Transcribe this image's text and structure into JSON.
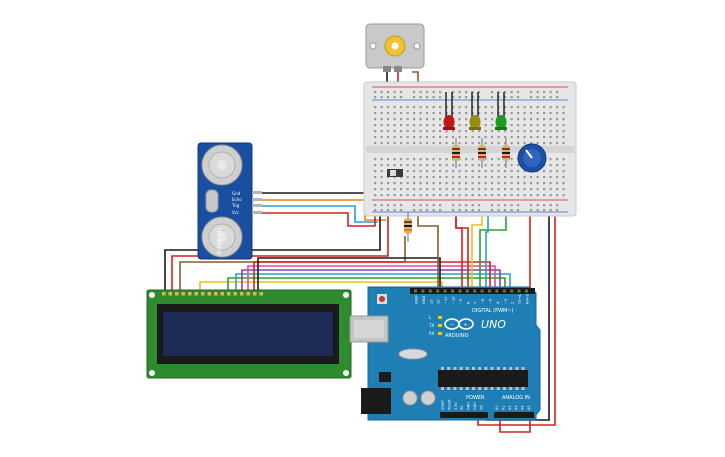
{
  "sensor": {
    "model": "HC-SR04",
    "pins": [
      "Gnd",
      "Echo",
      "Trig",
      "Vcc"
    ]
  },
  "arduino": {
    "brand": "ARDUINO",
    "model": "UNO",
    "digital_header": "DIGITAL (PWM~)",
    "power_label": "POWER",
    "analog_label": "ANALOG IN",
    "top_pins": [
      "AREF",
      "GND",
      "13",
      "12",
      "~11",
      "~10",
      "~9",
      "8",
      "7",
      "~6",
      "~5",
      "4",
      "~3",
      "2",
      "TX→1",
      "RX←0"
    ],
    "power_pins": [
      "IOREF",
      "RESET",
      "3.3V",
      "5V",
      "GND",
      "GND",
      "Vin"
    ],
    "analog_pins": [
      "A0",
      "A1",
      "A2",
      "A3",
      "A4",
      "A5"
    ],
    "indicators": [
      "L",
      "TX",
      "RX"
    ]
  },
  "colors": {
    "arduino_board": "#1f7fb5",
    "lcd_board": "#2e8b2e",
    "lcd_screen": "#1e2c55",
    "sensor_board": "#1a4fa0",
    "breadboard": "#e6e6e6",
    "wire_red": "#d62020",
    "wire_black": "#1a1a1a",
    "wire_orange": "#e8820c",
    "wire_yellow": "#e6c21a",
    "wire_green": "#2aa12a",
    "wire_blue": "#2aa0d0",
    "wire_purple": "#8a3fb0",
    "wire_pink": "#e04a9a",
    "wire_brown": "#8b5a2b"
  },
  "components": {
    "leds": [
      "red",
      "olive",
      "green"
    ],
    "potentiometer": "potentiometer",
    "motor": "dc-motor",
    "slide_switch": "slide-switch"
  }
}
